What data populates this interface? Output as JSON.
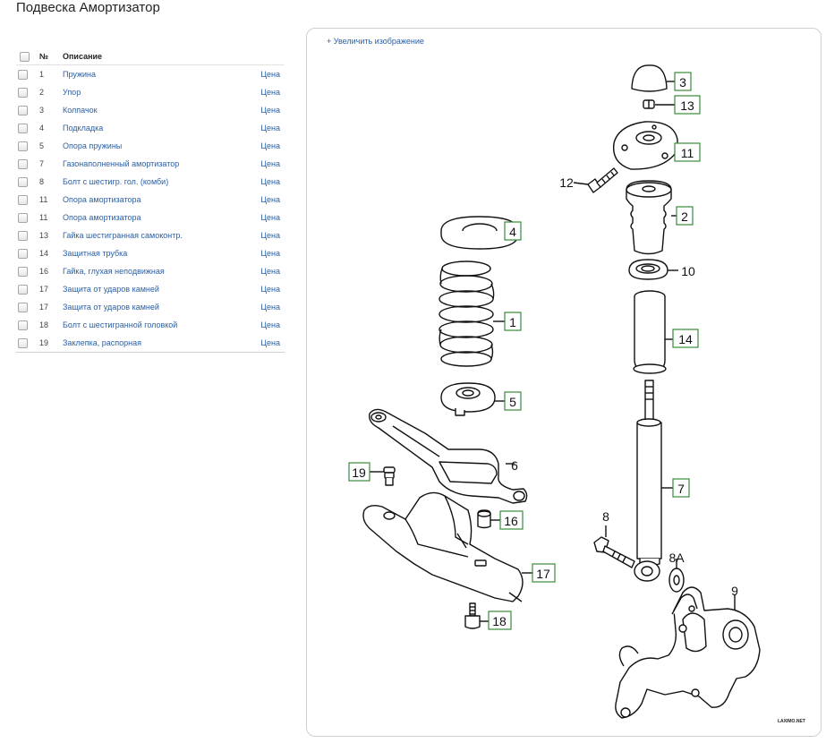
{
  "page": {
    "title": "Подвеска Амортизатор",
    "zoom_link": "+ Увеличить изображение",
    "watermark": "LAXIMO.NET"
  },
  "table": {
    "headers": {
      "num": "№",
      "desc": "Описание"
    },
    "rows": [
      {
        "num": "1",
        "desc": "Пружина",
        "price": "Цена"
      },
      {
        "num": "2",
        "desc": "Упор",
        "price": "Цена"
      },
      {
        "num": "3",
        "desc": "Колпачок",
        "price": "Цена"
      },
      {
        "num": "4",
        "desc": "Подкладка",
        "price": "Цена"
      },
      {
        "num": "5",
        "desc": "Опора пружины",
        "price": "Цена"
      },
      {
        "num": "7",
        "desc": "Газонаполненный амортизатор",
        "price": "Цена"
      },
      {
        "num": "8",
        "desc": "Болт с шестигр. гол. (комби)",
        "price": "Цена"
      },
      {
        "num": "11",
        "desc": "Опора амортизатора",
        "price": "Цена"
      },
      {
        "num": "11",
        "desc": "Опора амортизатора",
        "price": "Цена"
      },
      {
        "num": "13",
        "desc": "Гайка шестигранная самоконтр.",
        "price": "Цена"
      },
      {
        "num": "14",
        "desc": "Защитная трубка",
        "price": "Цена"
      },
      {
        "num": "16",
        "desc": "Гайка, глухая неподвижная",
        "price": "Цена"
      },
      {
        "num": "17",
        "desc": "Защита от ударов камней",
        "price": "Цена"
      },
      {
        "num": "17",
        "desc": "Защита от ударов камней",
        "price": "Цена"
      },
      {
        "num": "18",
        "desc": "Болт с шестигранной головкой",
        "price": "Цена"
      },
      {
        "num": "19",
        "desc": "Заклепка, распорная",
        "price": "Цена"
      }
    ]
  },
  "callouts": {
    "c3": "3",
    "c13": "13",
    "c11": "11",
    "c12": "12",
    "c2": "2",
    "c4": "4",
    "c10": "10",
    "c1": "1",
    "c14": "14",
    "c5": "5",
    "c6": "6",
    "c19": "19",
    "c7": "7",
    "c16": "16",
    "c8": "8",
    "c8a": "8A",
    "c17": "17",
    "c9": "9",
    "c18": "18"
  },
  "colors": {
    "link": "#2a5fa5",
    "callout_box": "#3a8a3a",
    "panel_border": "#cfcfcf"
  }
}
